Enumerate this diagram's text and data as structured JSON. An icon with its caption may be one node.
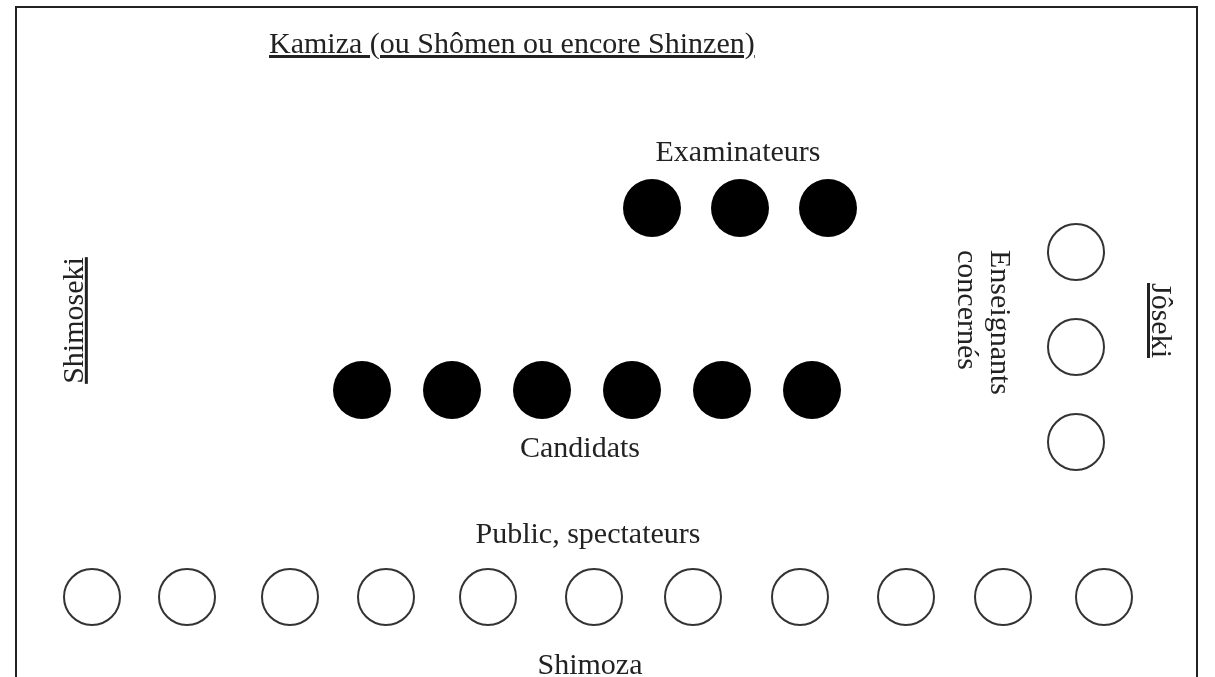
{
  "diagram": {
    "nodes": [
      {
        "text": [],
        "shape": "circle"
      },
      {
        "text": [],
        "shape": "circle"
      },
      {
        "text": [],
        "shape": "circle"
      },
      {
        "text": [],
        "shape": "circle"
      },
      {
        "text": [],
        "shape": "circle"
      },
      {
        "text": [],
        "shape": "circle"
      },
      {
        "text": [],
        "shape": "circle"
      },
      {
        "text": [],
        "shape": "circle"
      },
      {
        "text": [],
        "shape": "circle"
      },
      {
        "text": [],
        "shape": "circle"
      },
      {
        "text": [],
        "shape": "circle"
      },
      {
        "text": [],
        "shape": "circle"
      },
      {
        "text": [],
        "shape": "circle"
      },
      {
        "text": [],
        "shape": "circle"
      },
      {
        "text": [],
        "shape": "circle"
      },
      {
        "text": [],
        "shape": "circle"
      },
      {
        "text": [],
        "shape": "circle"
      },
      {
        "text": [],
        "shape": "circle"
      },
      {
        "text": [],
        "shape": "circle"
      },
      {
        "text": [],
        "shape": "circle"
      },
      {
        "text": [],
        "shape": "circle"
      },
      {
        "text": [],
        "shape": "circle"
      },
      {
        "text": [],
        "shape": "circle"
      }
    ],
    "edges": [],
    "labels": [
      "Kamiza (ou Shômen ou encore Shinzen)",
      "Examinateurs",
      "Shimoseki",
      "Enseignants concernés",
      "Jôseki",
      "Candidats",
      "Public, spectateurs",
      "Shimoza"
    ]
  }
}
